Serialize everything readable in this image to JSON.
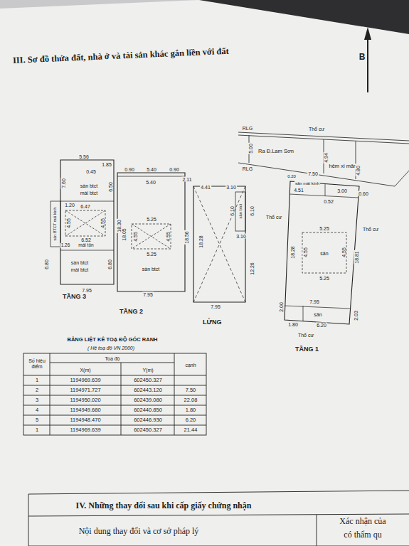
{
  "diagram": {
    "title": "III. Sơ đồ thửa đất, nhà ở và tài sản khác gắn liền với đất",
    "nodes": [
      {
        "text": [
          "TẦNG 3"
        ]
      },
      {
        "text": [
          "TẦNG 2"
        ]
      },
      {
        "text": [
          "LỬNG"
        ]
      },
      {
        "text": [
          "TẦNG 1"
        ]
      }
    ],
    "labels": [
      "B",
      "RLG",
      "Thổ cư",
      "5.00",
      "Ra Đ.Lam Sơn",
      "4.94",
      "hẻm xi măng",
      "4.80",
      "RLG",
      "0.20",
      "7.50",
      "sân mái kính",
      "4.51",
      "3.00",
      "0.60",
      "0.52",
      "Thổ cư",
      "Thổ cư",
      "5.25",
      "18.28",
      "4.55",
      "sân",
      "4.55",
      "18.81",
      "5.25",
      "2.00",
      "7.95",
      "sân",
      "2.03",
      "1.80",
      "6.20",
      "Thổ cư",
      "4.41",
      "3.10",
      "6.10",
      "sàn btct",
      "6.10",
      "3.10",
      "18.28",
      "12.26",
      "7.95",
      "0.90",
      "5.40",
      "0.90",
      "2.11",
      "5.40",
      "5.25",
      "18.05",
      "4.55",
      "4.55",
      "18.56",
      "5.25",
      "sàn btct",
      "7.95",
      "5.56",
      "1.85",
      "0.45",
      "7.60",
      "sàn btct",
      "mái btct",
      "6.50",
      "1.20",
      "6.47",
      "sàn BTCT mái kính",
      "4.55",
      "4.55",
      "18.30",
      "6.52",
      "mái tôn",
      "1.26",
      "6.80",
      "sàn btct",
      "mái btct",
      "6.80",
      "7.95",
      "BẢNG LIỆT KÊ TOẠ ĐỘ GÓC RANH",
      "( Hệ toạ độ VN 2000)",
      "Số hiệu điểm",
      "Toạ độ",
      "X(m)",
      "Y(m)",
      "cạnh",
      "1",
      "1194969.639",
      "602450.327",
      "2",
      "1194971.727",
      "602443.120",
      "7.50",
      "3",
      "1194950.020",
      "602439.080",
      "22.08",
      "4",
      "1194949.680",
      "602440.850",
      "1.80",
      "5",
      "1194948.470",
      "602446.930",
      "6.20",
      "1",
      "1194969.639",
      "602450.327",
      "21.44",
      "IV. Những thay đổi sau khi cấp giấy chứng nhận",
      "Nội dung thay đổi và cơ sở pháp lý",
      "Xác nhận của",
      "có thẩm qu"
    ]
  }
}
